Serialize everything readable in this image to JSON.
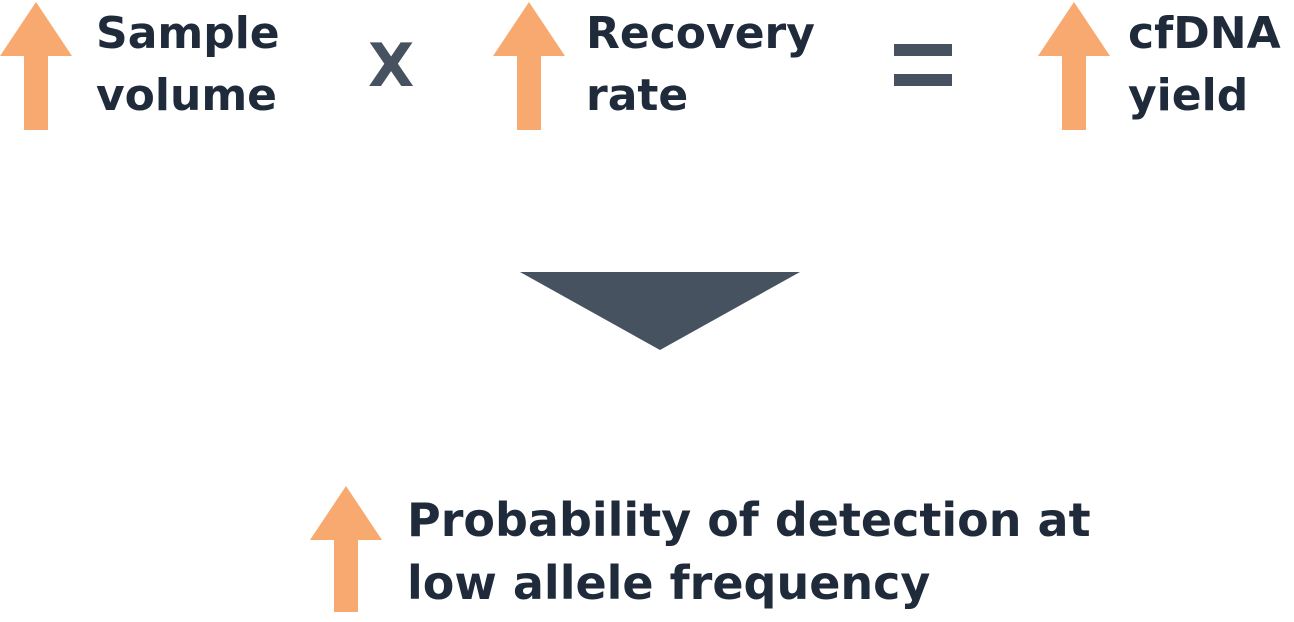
{
  "colors": {
    "arrow": "#f8a96f",
    "text": "#1f2a3a",
    "operator": "#46525f",
    "down_triangle": "#46525f"
  },
  "terms": [
    {
      "line1": "Sample",
      "line2": "volume",
      "icon": "up-arrow-icon"
    },
    {
      "line1": "Recovery",
      "line2": "rate",
      "icon": "up-arrow-icon"
    },
    {
      "line1": "cfDNA",
      "line2": "yield",
      "icon": "up-arrow-icon"
    }
  ],
  "operators": {
    "multiply": "X",
    "equals_icon": "equals-icon"
  },
  "connector_icon": "down-triangle-icon",
  "result": {
    "line1": "Probability of detection at",
    "line2": "low allele frequency",
    "icon": "up-arrow-icon"
  }
}
